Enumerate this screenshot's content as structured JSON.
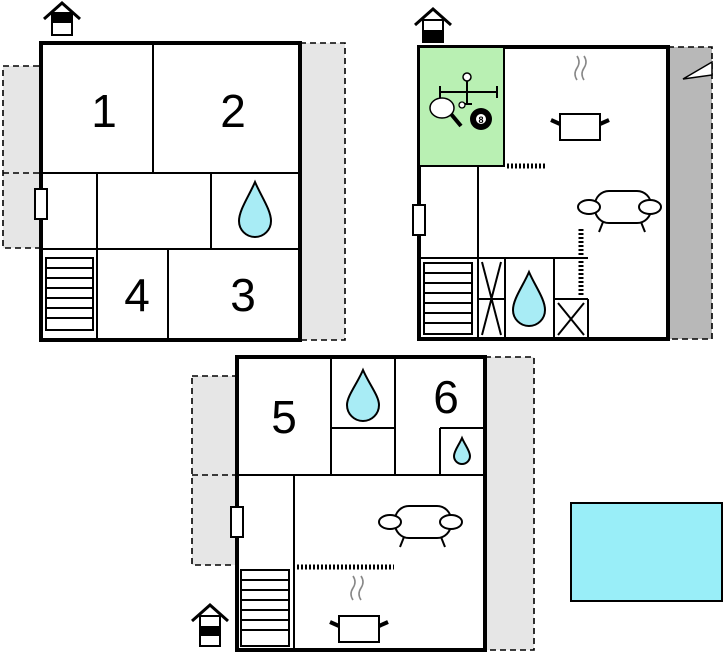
{
  "colors": {
    "wall": "#000000",
    "terrace": "#e6e6e6",
    "terrace_dark": "#b8b8b8",
    "game_room": "#b9f0b3",
    "water": "#a8ecf5",
    "pool": "#99eef8"
  },
  "rooms": {
    "r1": "1",
    "r2": "2",
    "r3": "3",
    "r4": "4",
    "r5": "5",
    "r6": "6"
  },
  "icons": [
    "house-entrance-icon",
    "water-drop-icon",
    "sofa-icon",
    "cooking-pot-icon",
    "stairs-icon",
    "games-icon",
    "billiard-ball-icon",
    "table-tennis-icon",
    "table-football-icon",
    "door-icon",
    "window-icon"
  ]
}
